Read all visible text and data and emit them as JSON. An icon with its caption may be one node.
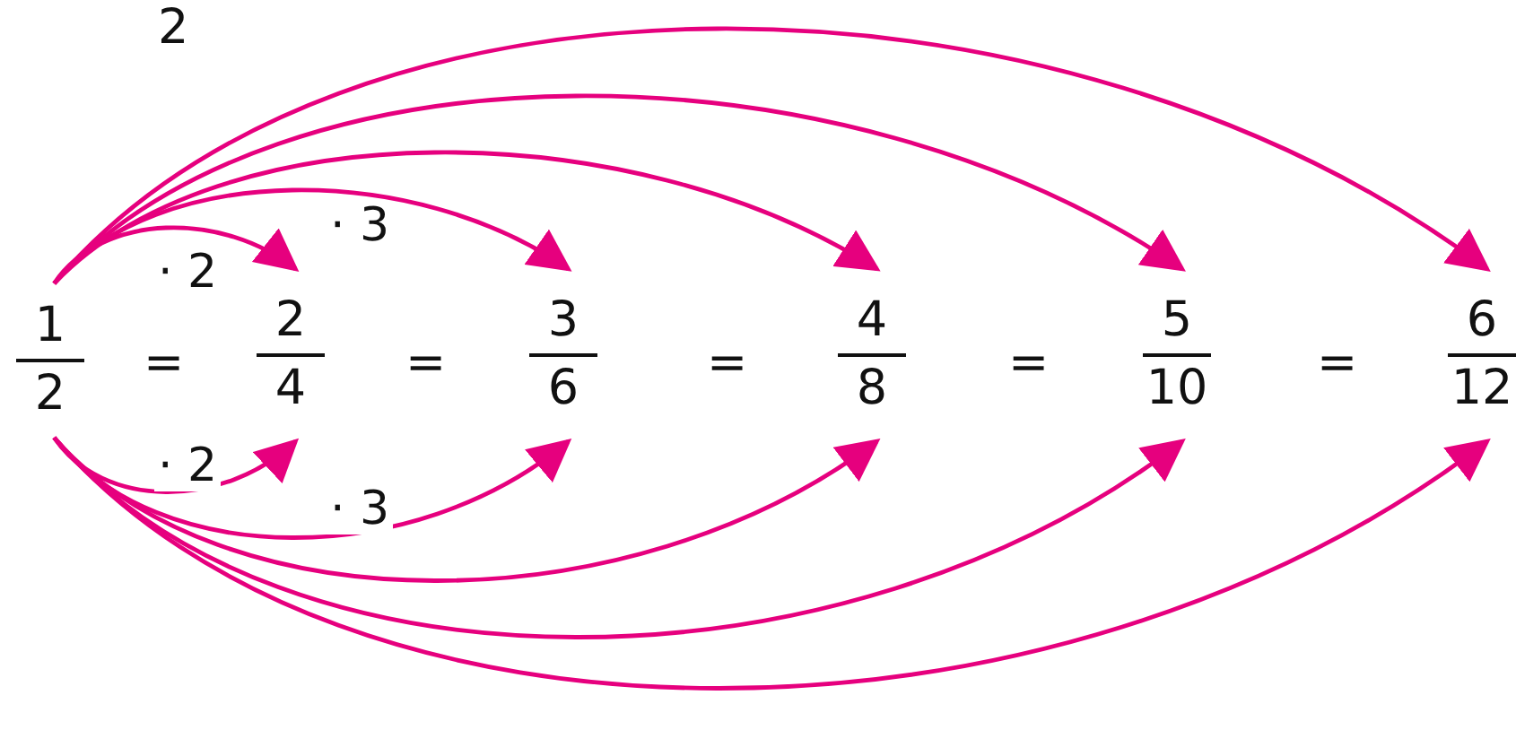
{
  "diagram": {
    "nodes": [
      {
        "text": [
          "1",
          "2"
        ]
      },
      {
        "text": [
          "2",
          "4"
        ]
      },
      {
        "text": [
          "3",
          "6"
        ]
      },
      {
        "text": [
          "4",
          "8"
        ]
      },
      {
        "text": [
          "5",
          "10"
        ]
      },
      {
        "text": [
          "6",
          "12"
        ]
      }
    ],
    "edges": [
      {
        "from": 0,
        "to": 1,
        "arrow": "to",
        "label": "· 2"
      },
      {
        "from": 0,
        "to": 2,
        "arrow": "to",
        "label": "· 3"
      },
      {
        "from": 0,
        "to": 3,
        "arrow": "to"
      },
      {
        "from": 0,
        "to": 4,
        "arrow": "to"
      },
      {
        "from": 0,
        "to": 5,
        "arrow": "to"
      },
      {
        "from": 0,
        "to": 1,
        "arrow": "to",
        "label": "· 2"
      },
      {
        "from": 0,
        "to": 2,
        "arrow": "to",
        "label": "· 3"
      },
      {
        "from": 0,
        "to": 3,
        "arrow": "to"
      },
      {
        "from": 0,
        "to": 4,
        "arrow": "to"
      },
      {
        "from": 0,
        "to": 5,
        "arrow": "to"
      }
    ],
    "labels": [
      "2",
      "=",
      "=",
      "=",
      "=",
      "="
    ]
  }
}
